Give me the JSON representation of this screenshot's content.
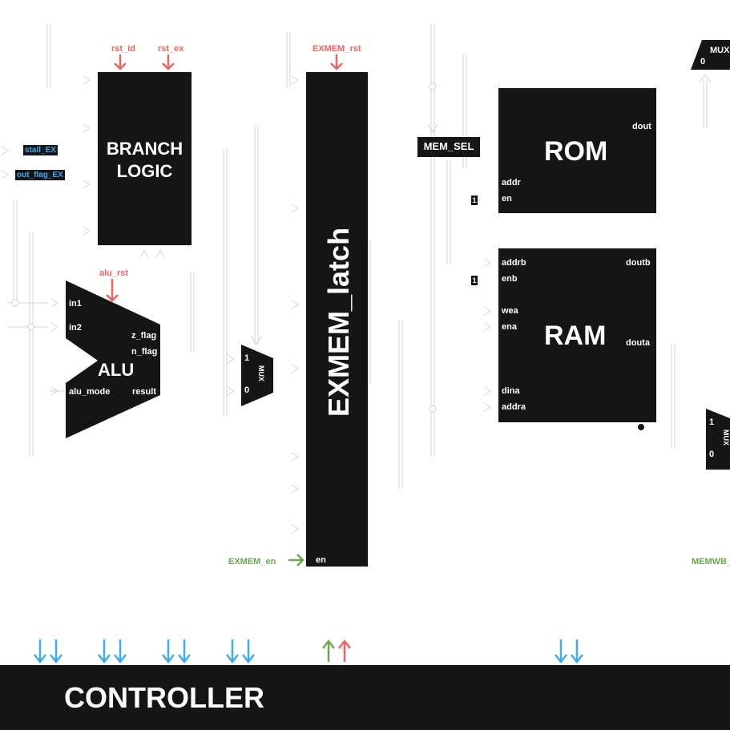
{
  "signals": {
    "rst_id": "rst_id",
    "rst_ex": "rst_ex",
    "exmem_rst": "EXMEM_rst",
    "alu_rst": "alu_rst",
    "exmem_en": "EXMEM_en",
    "memwb": "MEMWB_"
  },
  "tags": {
    "stall_ex": "stall_EX",
    "out_flag_ex": "out_flag_EX",
    "mem_sel": "MEM_SEL"
  },
  "branch": {
    "line1": "BRANCH",
    "line2": "LOGIC"
  },
  "alu": {
    "title": "ALU",
    "in1": "in1",
    "in2": "in2",
    "alu_mode": "alu_mode",
    "z_flag": "z_flag",
    "n_flag": "n_flag",
    "result": "result"
  },
  "mux": {
    "label": "MUX",
    "one": "1",
    "zero": "0"
  },
  "exmem": {
    "title": "EXMEM_latch",
    "en": "en"
  },
  "rom": {
    "title": "ROM",
    "dout": "dout",
    "addr": "addr",
    "en": "en",
    "const_en": "1"
  },
  "ram": {
    "title": "RAM",
    "addrb": "addrb",
    "enb": "enb",
    "wea": "wea",
    "ena": "ena",
    "dina": "dina",
    "addra": "addra",
    "doutb": "doutb",
    "douta": "douta",
    "const_enb": "1"
  },
  "controller": {
    "title": "CONTROLLER",
    "arrow_colors": {
      "down": "#3fa9f5",
      "green": "#6aa84f",
      "red": "#ef6262"
    }
  }
}
